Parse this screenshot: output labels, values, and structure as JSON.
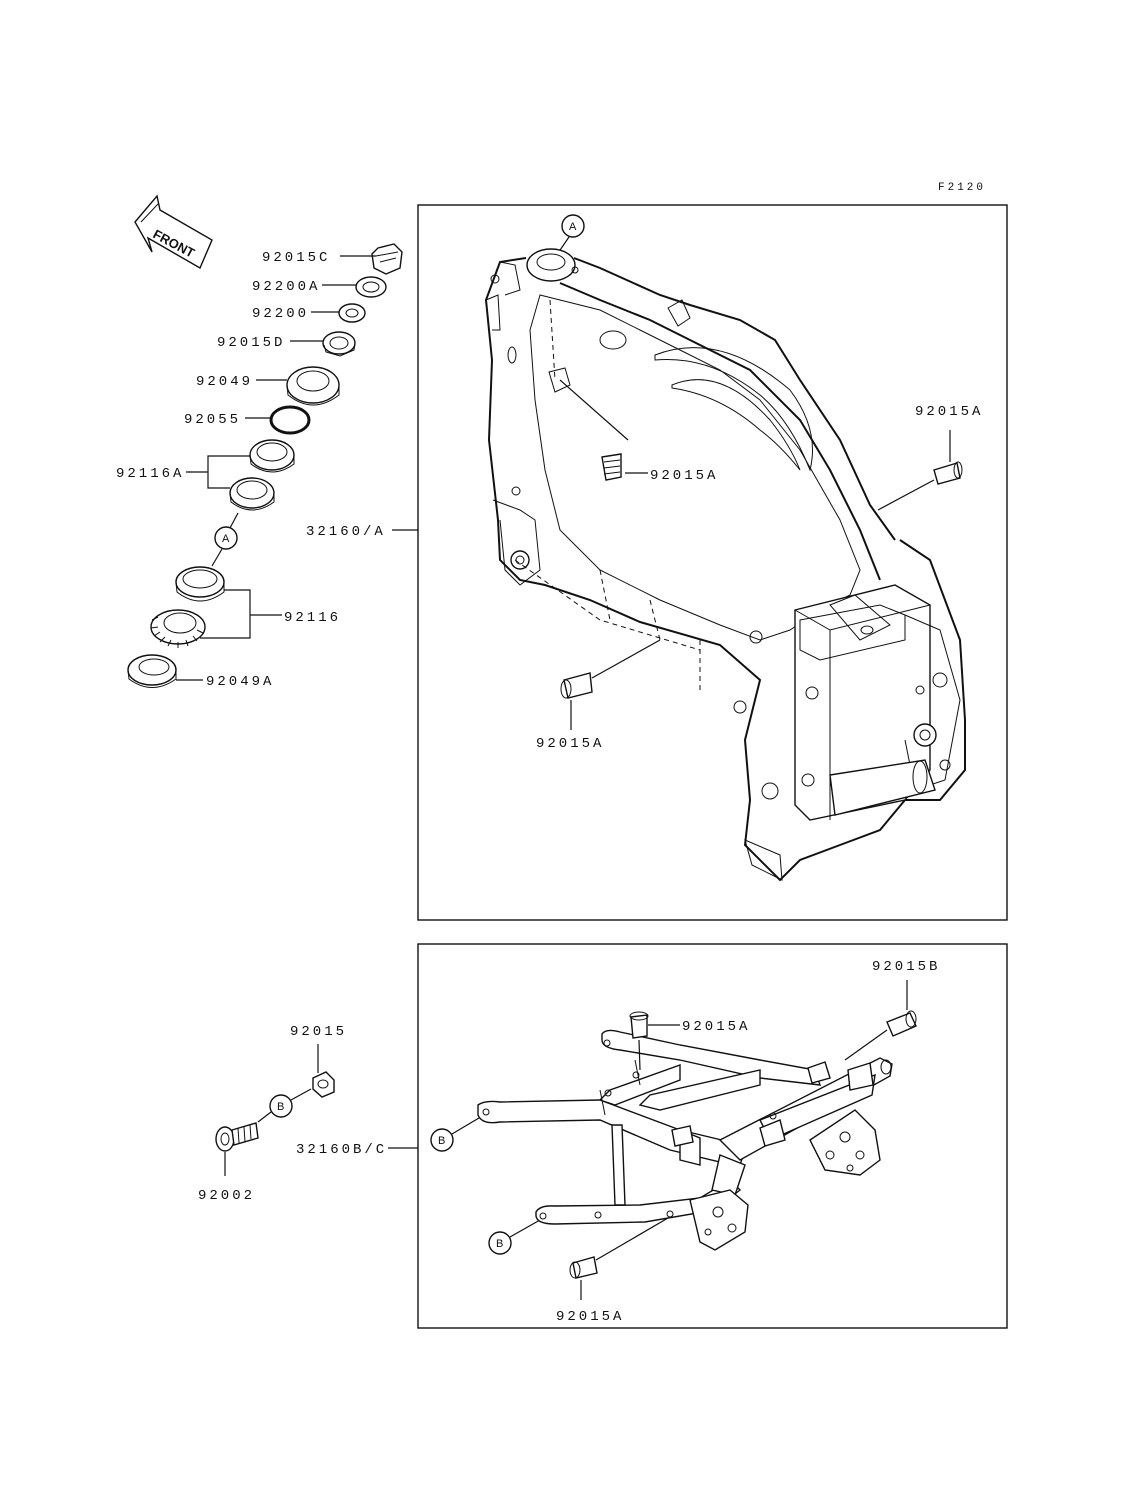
{
  "figure_code": "F2120",
  "front_arrow_text": "FRONT",
  "callouts": {
    "a": "A",
    "b": "B"
  },
  "labels": {
    "steering": [
      "92015C",
      "92200A",
      "92200",
      "92015D",
      "92049",
      "92055",
      "92116A",
      "92116",
      "92049A"
    ],
    "frame_main": "32160/A",
    "frame_main_bushings": [
      "92015A",
      "92015A",
      "92015A"
    ],
    "subframe": "32160B/C",
    "subframe_bushings": [
      "92015A",
      "92015B",
      "92015A"
    ],
    "bolt": "92002",
    "nut": "92015"
  }
}
